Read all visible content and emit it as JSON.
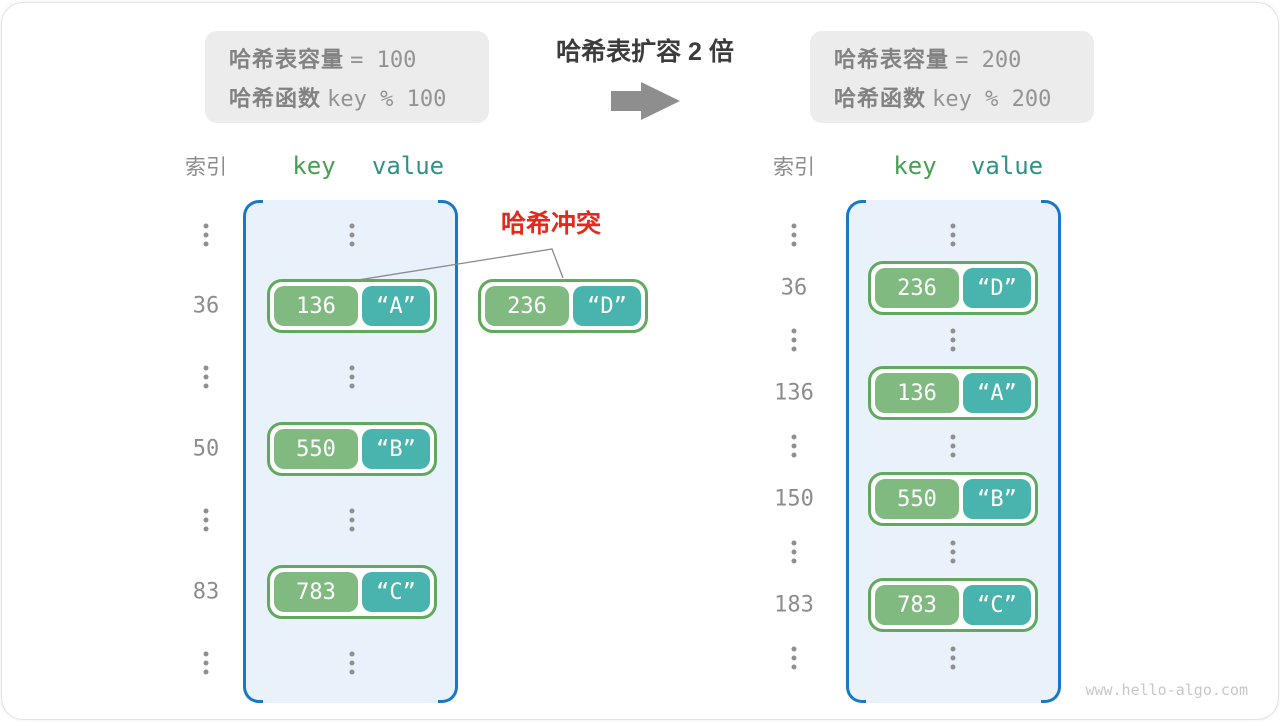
{
  "title": "哈希表扩容 2 倍",
  "info_boxes": {
    "before": {
      "capacity_label": "哈希表容量",
      "capacity_value": "= 100",
      "function_label": "哈希函数",
      "function_value": "key % 100"
    },
    "after": {
      "capacity_label": "哈希表容量",
      "capacity_value": "= 200",
      "function_label": "哈希函数",
      "function_value": "key % 200"
    }
  },
  "headers": {
    "index": "索引",
    "key": "key",
    "value": "value"
  },
  "collision_label": "哈希冲突",
  "collision_pair": {
    "key": "236",
    "value": "“D”"
  },
  "tables": {
    "before": {
      "rows": [
        {
          "type": "dots"
        },
        {
          "type": "pair",
          "index": "36",
          "key": "136",
          "value": "“A”"
        },
        {
          "type": "dots"
        },
        {
          "type": "pair",
          "index": "50",
          "key": "550",
          "value": "“B”"
        },
        {
          "type": "dots"
        },
        {
          "type": "pair",
          "index": "83",
          "key": "783",
          "value": "“C”"
        },
        {
          "type": "dots"
        }
      ]
    },
    "after": {
      "rows": [
        {
          "type": "dots"
        },
        {
          "type": "pair",
          "index": "36",
          "key": "236",
          "value": "“D”"
        },
        {
          "type": "dots"
        },
        {
          "type": "pair",
          "index": "136",
          "key": "136",
          "value": "“A”"
        },
        {
          "type": "dots"
        },
        {
          "type": "pair",
          "index": "150",
          "key": "550",
          "value": "“B”"
        },
        {
          "type": "dots"
        },
        {
          "type": "pair",
          "index": "183",
          "key": "783",
          "value": "“C”"
        },
        {
          "type": "dots"
        }
      ]
    }
  },
  "watermark": "www.hello-algo.com",
  "colors": {
    "container_fill": "#e9f2fb",
    "container_border": "#1b78c8",
    "pair_border": "#60a95e",
    "key_fill": "#81ba81",
    "value_fill": "#48b4ad",
    "collision_red": "#e5291c",
    "header_key_green": "#44a04e",
    "header_value_teal": "#2f9289",
    "info_box_bg": "#ececec",
    "arrow_gray": "#8e8e8e"
  }
}
